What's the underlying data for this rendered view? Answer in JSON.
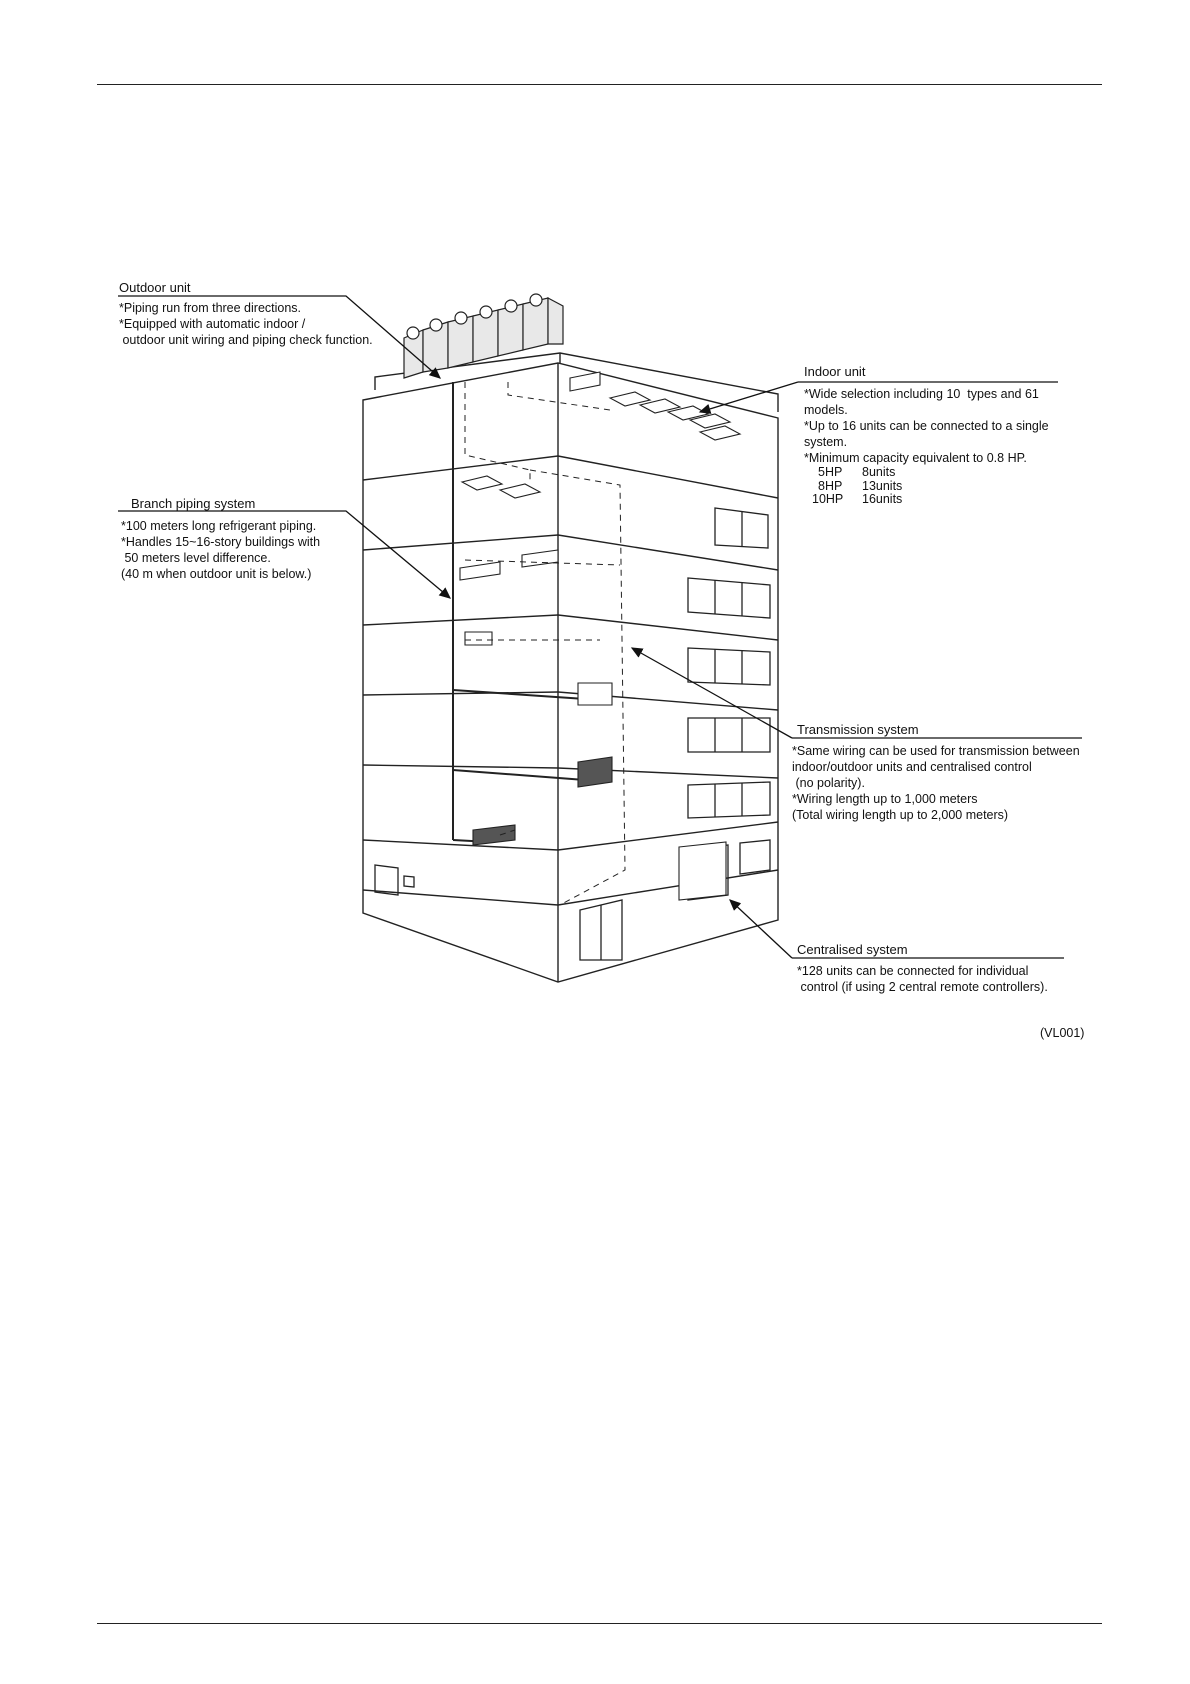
{
  "outdoor": {
    "title": "Outdoor unit",
    "lines": [
      "*Piping run from three directions.",
      "*Equipped with automatic indoor /",
      " outdoor unit wiring and piping check function."
    ]
  },
  "indoor": {
    "title": "Indoor unit",
    "lines": [
      "*Wide selection including 10  types and 61",
      "models.",
      "*Up to 16 units can be connected to a single",
      "system.",
      "*Minimum capacity equivalent to 0.8 HP."
    ],
    "capacity_table": [
      {
        "hp": "5HP",
        "units": "8units"
      },
      {
        "hp": "8HP",
        "units": "13units"
      },
      {
        "hp": "10HP",
        "units": "16units"
      }
    ]
  },
  "branch": {
    "title": "Branch piping system",
    "lines": [
      "*100 meters long refrigerant piping.",
      "*Handles 15~16-story buildings with",
      " 50 meters level difference.",
      "(40 m when outdoor unit is below.)"
    ]
  },
  "transmission": {
    "title": "Transmission system",
    "lines": [
      "*Same wiring can be used for transmission between",
      "indoor/outdoor units and centralised control",
      " (no polarity).",
      "*Wiring length up to 1,000 meters",
      "(Total wiring length up to 2,000 meters)"
    ]
  },
  "centralised": {
    "title": "Centralised system",
    "lines": [
      "*128 units can be connected for individual",
      " control (if using 2 central remote controllers)."
    ]
  },
  "figure_id": "(VL001)"
}
